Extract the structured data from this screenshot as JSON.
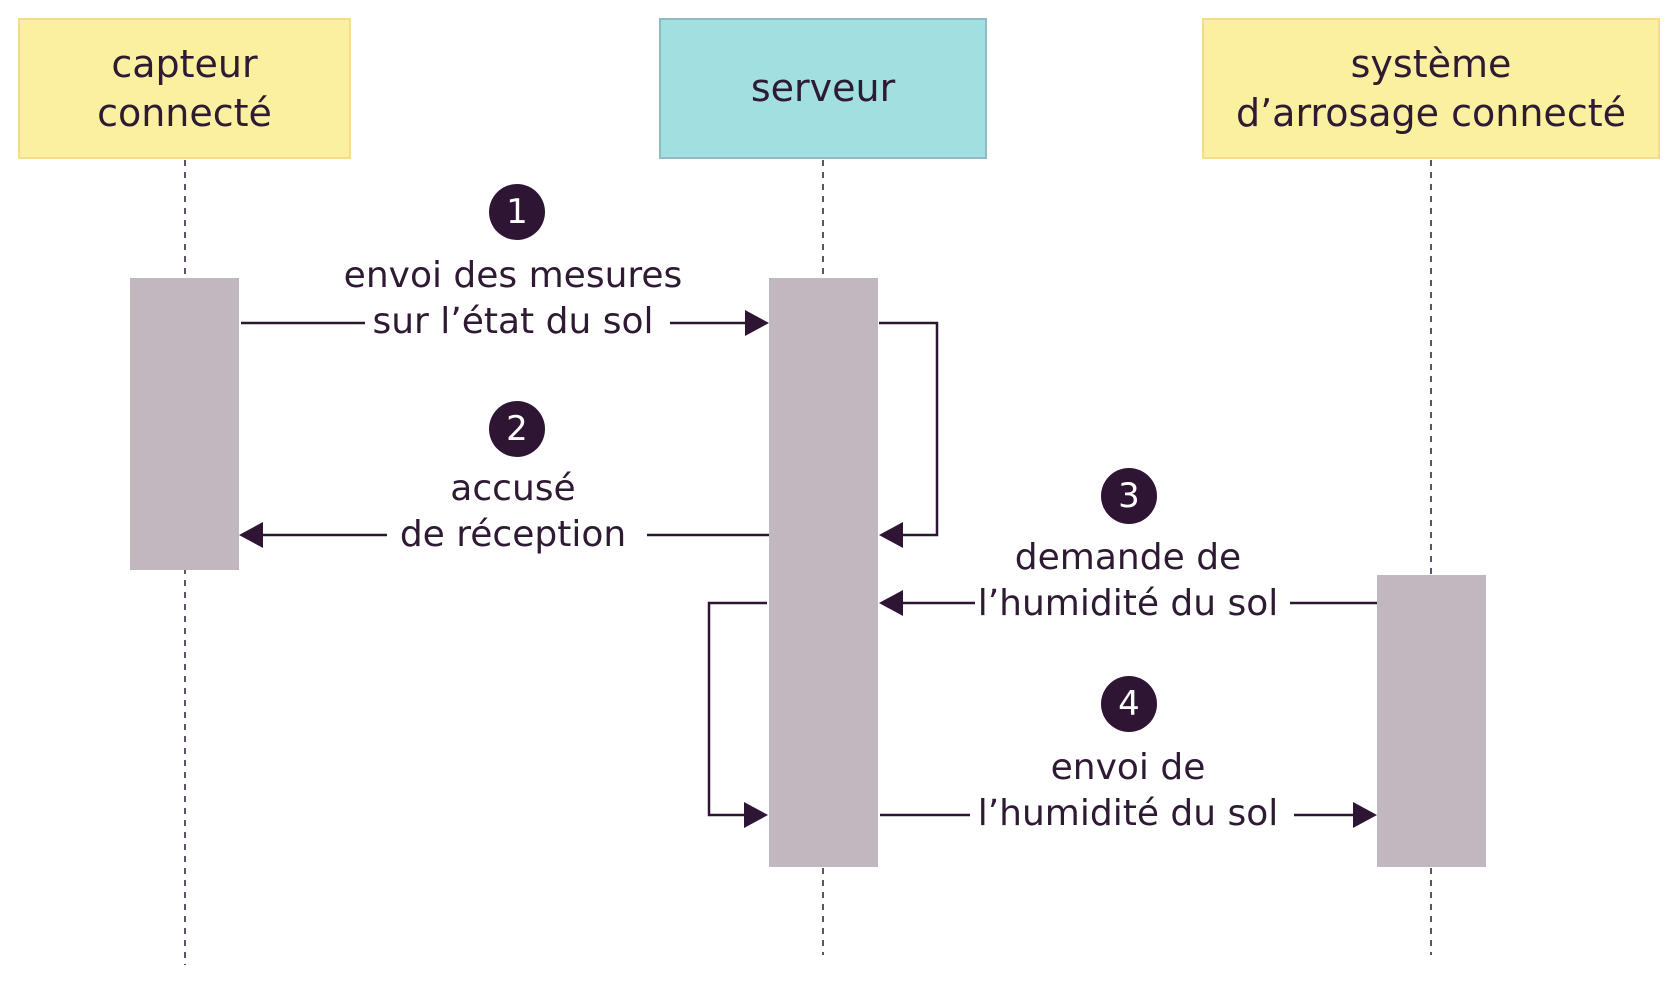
{
  "participants": {
    "sensor": [
      "capteur",
      "connecté"
    ],
    "server": [
      "serveur"
    ],
    "irrigation": [
      "système",
      "d’arrosage connecté"
    ]
  },
  "messages": [
    {
      "number": "1",
      "lines": [
        "envoi des mesures",
        "sur l’état du sol"
      ]
    },
    {
      "number": "2",
      "lines": [
        "accusé",
        "de réception"
      ]
    },
    {
      "number": "3",
      "lines": [
        "demande de",
        "l’humidité du sol"
      ]
    },
    {
      "number": "4",
      "lines": [
        "envoi de",
        "l’humidité du sol"
      ]
    }
  ],
  "colors": {
    "participant_yellow": "#fbf0a0",
    "participant_cyan": "#a2dfe0",
    "activation_bar": "#c0b7bf",
    "arrow": "#2e1533"
  }
}
